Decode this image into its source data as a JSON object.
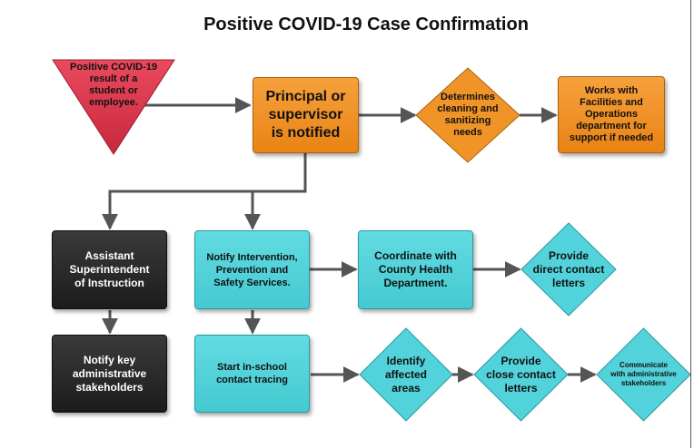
{
  "title": "Positive COVID-19 Case Confirmation",
  "colors": {
    "start": "#e0334a",
    "process_orange": "#f09427",
    "process_dark": "#2a2a2a",
    "process_teal": "#52d2da",
    "connector": "#555555"
  },
  "nodes": {
    "trigger": "Positive COVID-19\nresult of a\nstudent or\nemployee.",
    "principal": "Principal or\nsupervisor\nis notified",
    "cleaning": "Determines\ncleaning and\nsanitizing\nneeds",
    "facilities": "Works with\nFacilities and\nOperations\ndepartment for\nsupport if needed",
    "assistant_super": "Assistant\nSuperintendent\nof Instruction",
    "notify_key": "Notify key\nadministrative\nstakeholders",
    "notify_ips": "Notify Intervention,\nPrevention and\nSafety Services.",
    "coordinate": "Coordinate with\nCounty Health\nDepartment.",
    "direct_letters": "Provide\ndirect contact\nletters",
    "contact_tracing": "Start in-school\ncontact tracing",
    "identify_areas": "Identify\naffected\nareas",
    "close_letters": "Provide\nclose contact\nletters",
    "communicate": "Communicate\nwith administrative\nstakeholders"
  }
}
